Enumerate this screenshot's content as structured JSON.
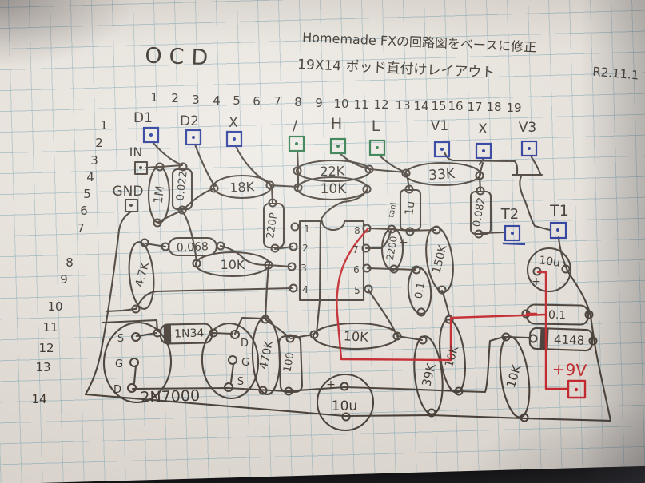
{
  "photo": {
    "title": "OCD",
    "note_line1": "Homemade FXの回路図をベースに修正",
    "note_line2": "19X14 ポッド直付けレイアウト",
    "date": "R2.11.1"
  },
  "grid_numbers": {
    "columns": [
      "1",
      "2",
      "3",
      "4",
      "5",
      "6",
      "7",
      "8",
      "9",
      "10",
      "11",
      "12",
      "13",
      "14",
      "15",
      "16",
      "17",
      "18",
      "19"
    ],
    "rows": [
      "1",
      "2",
      "3",
      "4",
      "5",
      "6",
      "7",
      "8",
      "9",
      "10",
      "11",
      "12",
      "13",
      "14"
    ]
  },
  "pads": {
    "d1": "D1",
    "d2": "D2",
    "x1": "X",
    "slash": "/",
    "h": "H",
    "l": "L",
    "v1": "V1",
    "x2": "X",
    "v3": "V3",
    "in": "IN",
    "gnd": "GND",
    "t1": "T1",
    "t2": "T2",
    "power": "+9V"
  },
  "ic": {
    "left_pins": [
      "1",
      "2",
      "3",
      "4"
    ],
    "right_pins": [
      "8",
      "7",
      "6",
      "5"
    ]
  },
  "components": {
    "r_1m": "1M",
    "c_0022": "0.022",
    "r_18k": "18K",
    "r_22k": "22K",
    "r_10k_top": "10K",
    "r_33k": "33K",
    "cap_tant_type": "tant",
    "cap_tant": "1u",
    "cap_tant_plus": "+",
    "c_0082": "0.082",
    "c_220p": "220P",
    "c_0068": "0.068",
    "r_10k_mid": "10K",
    "r_4_7k": "4.7K",
    "r_2200": "2200",
    "r_150k": "150K",
    "c_01_mid": "0.1",
    "cap_10u_right": "10u",
    "cap_10u_right_plus": "+",
    "c_01_right": "0.1",
    "diode_4148": "4148",
    "diode_1n34": "1N34",
    "r_470k": "470K",
    "r_100": "100",
    "r_10k_bottom": "10K",
    "cap_10u_bottom": "10u",
    "cap_10u_bottom_plus": "+",
    "r_39k": "39K",
    "r_10k_v1": "10K",
    "r_10k_v2": "10K",
    "transistor_type": "2N7000",
    "q1_pins": [
      "S",
      "G",
      "D"
    ],
    "q2_pins": [
      "D",
      "G",
      "S"
    ]
  },
  "colors": {
    "paper": "#e6e1da",
    "grid_line": "#7aa3b3",
    "ink": "#4a423a",
    "pad_blue": "#2b3c9c",
    "pad_green": "#2d7a4a",
    "power_red": "#c22a30"
  }
}
